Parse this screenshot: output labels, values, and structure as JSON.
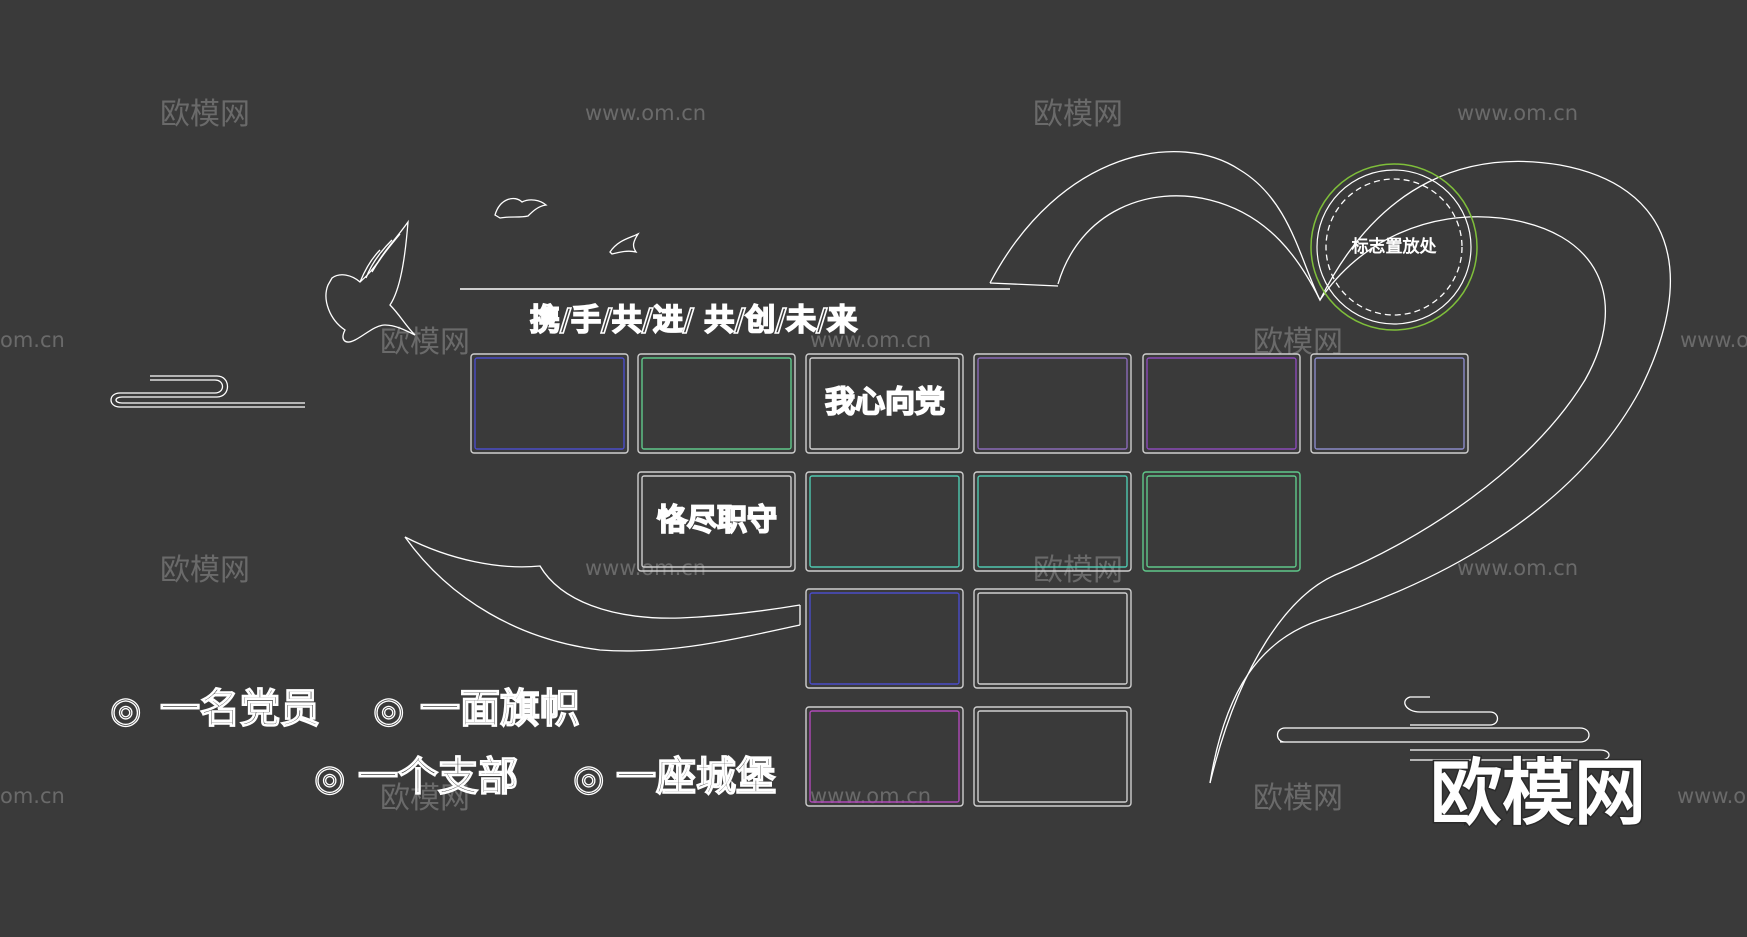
{
  "headline": "携/手/共/进/ 共/创/未/来",
  "logo_placeholder": "标志置放处",
  "panel_labels": {
    "heart_to_party": "我心向党",
    "dedication": "恪尽职守"
  },
  "slogans": [
    {
      "bullet": "◎",
      "text": "一名党员"
    },
    {
      "bullet": "◎",
      "text": "一面旗帜"
    },
    {
      "bullet": "◎",
      "text": "一个支部"
    },
    {
      "bullet": "◎",
      "text": "一座城堡"
    }
  ],
  "brand": "欧模网",
  "watermarks": {
    "logo": "欧模网",
    "url": "www.om.cn",
    "url_short": "om.cn"
  },
  "colors": {
    "background": "#3a3a3a",
    "line": "#ffffff",
    "panel_blue": "#4a4cc8",
    "panel_green": "#5fc88a",
    "panel_teal": "#4fc8b0",
    "panel_magenta": "#b04ab8",
    "panel_gray": "#cfcfcf",
    "circle_green": "#7fbf3a"
  }
}
